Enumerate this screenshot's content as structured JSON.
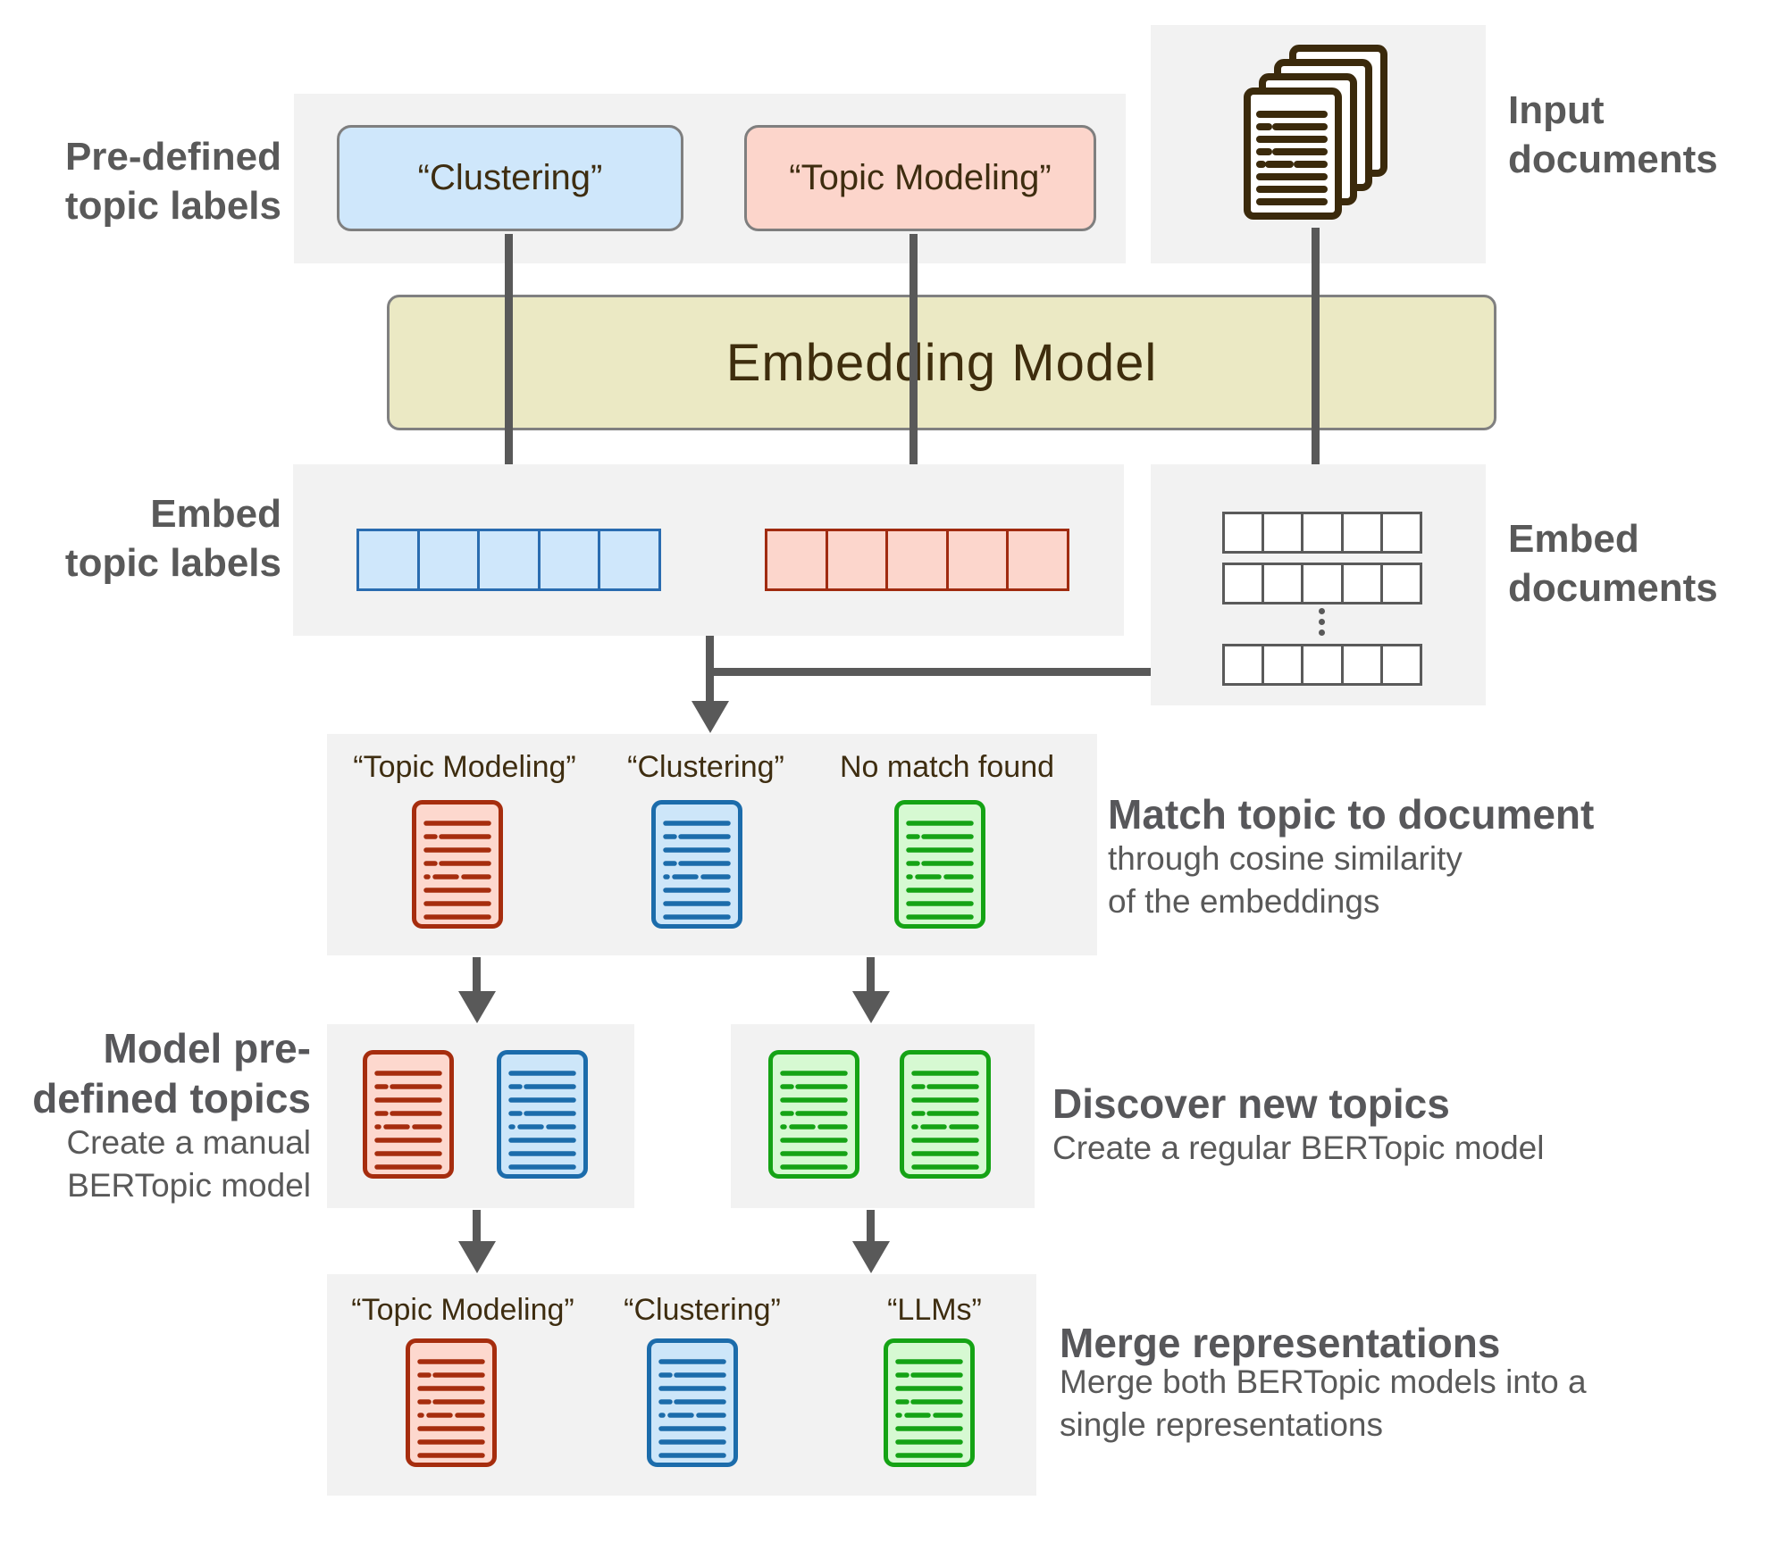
{
  "predefined": {
    "label": "Pre-defined\ntopic labels",
    "clustering": "“Clustering”",
    "topic_modeling": "“Topic Modeling”"
  },
  "input_documents": {
    "label": "Input\ndocuments"
  },
  "embedding_model": {
    "label": "Embedding Model"
  },
  "embed_topic_labels": {
    "label": "Embed\ntopic labels"
  },
  "embed_documents": {
    "label": "Embed\ndocuments"
  },
  "match": {
    "title": "Match topic to document",
    "subtitle": "through cosine similarity\nof the embeddings",
    "labels": [
      "“Topic Modeling”",
      "“Clustering”",
      "No match found"
    ]
  },
  "model_predefined": {
    "title": "Model pre-\ndefined topics",
    "subtitle": "Create a manual\nBERTopic model"
  },
  "discover": {
    "title": "Discover new topics",
    "subtitle": "Create a regular BERTopic model"
  },
  "merge": {
    "title": "Merge representations",
    "subtitle": "Merge both BERTopic models into a\nsingle representations",
    "labels": [
      "“Topic Modeling”",
      "“Clustering”",
      "“LLMs”"
    ]
  },
  "colors": {
    "panel": "#f2f2f2",
    "gray_text": "#595959",
    "arrow": "#595959",
    "brown_text": "#3e2d10",
    "chip_blue": "#cfe7fb",
    "chip_pink": "#fcd5cb",
    "bar_yellow": "#ebe9c4",
    "doc_red_fill": "#fdd8ce",
    "doc_red_stroke": "#a62d0e",
    "doc_blue_fill": "#cde6f9",
    "doc_blue_stroke": "#1c6cab",
    "doc_green_fill": "#d6f9d2",
    "doc_green_stroke": "#15a315",
    "vec_blue_stroke": "#2a6cb0",
    "vec_red_stroke": "#a02b10",
    "stack_brown": "#3b2a0c"
  }
}
